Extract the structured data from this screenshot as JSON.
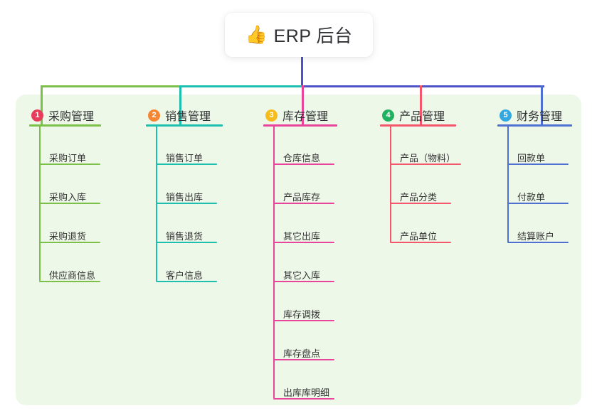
{
  "diagram": {
    "type": "mindmap",
    "root": {
      "icon": "thumbs-up-icon",
      "icon_glyph": "👍",
      "title": "ERP 后台"
    },
    "stem_color": "#4e54c8",
    "panel_color": "#eef8e9",
    "columns": [
      {
        "index": "1",
        "title": "采购管理",
        "badge_color": "#e73c5a",
        "line_color": "#7cc04a",
        "children": [
          "采购订单",
          "采购入库",
          "采购退货",
          "供应商信息"
        ]
      },
      {
        "index": "2",
        "title": "销售管理",
        "badge_color": "#f58634",
        "line_color": "#1dbfae",
        "children": [
          "销售订单",
          "销售出库",
          "销售退货",
          "客户信息"
        ]
      },
      {
        "index": "3",
        "title": "库存管理",
        "badge_color": "#f6bb1c",
        "line_color": "#e8459a",
        "children": [
          "仓库信息",
          "产品库存",
          "其它出库",
          "其它入库",
          "库存调拨",
          "库存盘点",
          "出库库明细"
        ]
      },
      {
        "index": "4",
        "title": "产品管理",
        "badge_color": "#20b261",
        "line_color": "#f4576b",
        "children": [
          "产品（物料）",
          "产品分类",
          "产品单位"
        ]
      },
      {
        "index": "5",
        "title": "财务管理",
        "badge_color": "#31a9e0",
        "line_color": "#4f6fd1",
        "children": [
          "回款单",
          "付款单",
          "结算账户"
        ]
      }
    ]
  }
}
